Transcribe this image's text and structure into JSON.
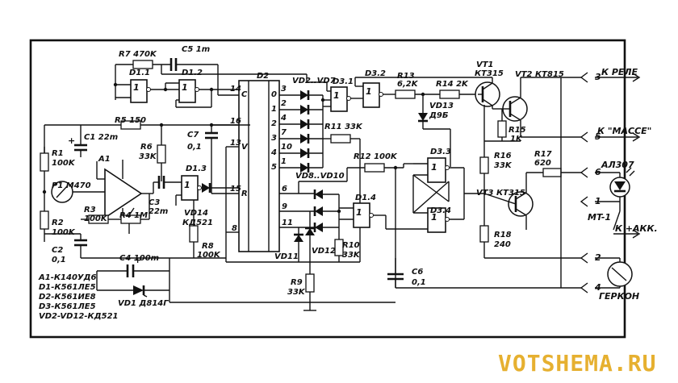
{
  "watermark": "VOTSHEMA.RU",
  "components": {
    "R7": "R7 470K",
    "C5": "C5 1m",
    "D1_1": "D1.1",
    "D1_2": "D1.2",
    "D2": "D2",
    "VD2_7": "VD2..VD7",
    "D3_1": "D3.1",
    "D3_2": "D3.2",
    "R13": "R13",
    "R13v": "6,2K",
    "R14": "R14 2K",
    "VD13": "VD13",
    "VD13v": "Д9Б",
    "VT1": "VT1",
    "VT1v": "КТ315",
    "VT2": "VT2 КТ815",
    "R15": "R15",
    "R15v": "1K",
    "R16": "R16",
    "R16v": "33K",
    "R17": "R17",
    "R17v": "620",
    "VT3": "VT3 КТ315",
    "R18": "R18",
    "R18v": "240",
    "C1": "C1 22m",
    "R5": "R5 150",
    "R6": "R6",
    "R6v": "33K",
    "C7": "C7",
    "C7v": "0,1",
    "R1": "R1",
    "R1v": "100K",
    "A1": "A1",
    "P1": "P1 M470",
    "R2": "R2",
    "R2v": "100K",
    "R3": "R3",
    "R3v": "100K",
    "R4": "R4 1M",
    "C2": "C2",
    "C2v": "0,1",
    "C3": "C3",
    "C3v": "22m",
    "D1_3": "D1.3",
    "VD14": "VD14",
    "VD14v": "КД521",
    "R8": "R8",
    "R8v": "100K",
    "R11": "R11 33K",
    "R12": "R12 100K",
    "D3_3": "D3.3",
    "D3_4": "D3.4",
    "VD8_10": "VD8..VD10",
    "D1_4": "D1.4",
    "R10": "R10",
    "R10v": "33K",
    "VD11": "VD11",
    "VD12": "VD12",
    "C4": "C4 100m",
    "C6": "C6",
    "C6v": "0,1",
    "VD1": "VD1 Д814Г",
    "R9": "R9",
    "R9v": "33K",
    "AL307": "АЛ307",
    "MT1": "MT-1",
    "GERKON": "ГЕРКОН"
  },
  "outputs": {
    "relay": "К РЕЛЕ",
    "ground": "К \"МАССЕ\"",
    "akk": "К +АКК."
  },
  "terminals": [
    "3",
    "5",
    "6",
    "1",
    "2",
    "4"
  ],
  "parts_list": [
    "A1-К140УД6",
    "D1-К561ЛЕ5",
    "D2-К561ИЕ8",
    "D3-К561ЛЕ5",
    "VD2-VD12-КД521"
  ],
  "d2_pins": {
    "left": [
      "14",
      "16",
      "13",
      "15",
      "8"
    ],
    "right": [
      "3",
      "2",
      "4",
      "7",
      "10",
      "1",
      "5",
      "6",
      "9",
      "11"
    ],
    "right_nums": [
      "0",
      "1",
      "2",
      "3",
      "4",
      "5"
    ],
    "C": "C",
    "V": "V",
    "R": "R"
  }
}
